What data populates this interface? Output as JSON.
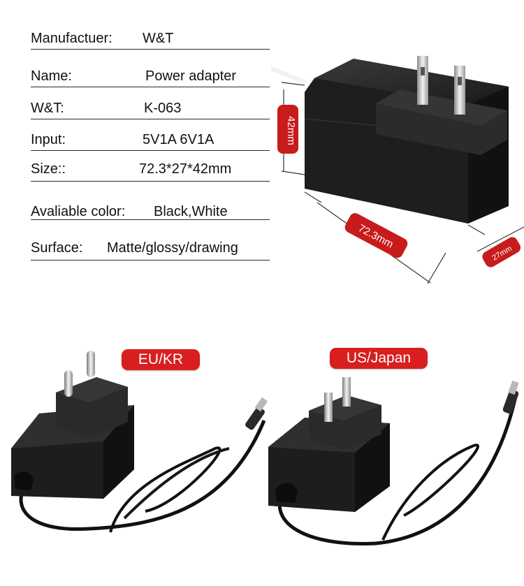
{
  "specs": [
    {
      "label": "Manufactuer:",
      "value": "W&T"
    },
    {
      "label": "Name:",
      "value": "Power adapter"
    },
    {
      "label": "W&T:",
      "value": "K-063"
    },
    {
      "label": "Input:",
      "value": "5V1A 6V1A"
    },
    {
      "label": "Size::",
      "value": "72.3*27*42mm"
    },
    {
      "label": "Avaliable color:",
      "value": "Black,White"
    },
    {
      "label": "Surface:",
      "value": "Matte/glossy/drawing"
    }
  ],
  "dimensions": {
    "height": "42mm",
    "length": "72.3mm",
    "width": "27mm"
  },
  "variants": {
    "eu_label": "EU/KR",
    "us_label": "US/Japan"
  },
  "colors": {
    "accent": "#d81e1e",
    "adapter_body": "#222222"
  }
}
